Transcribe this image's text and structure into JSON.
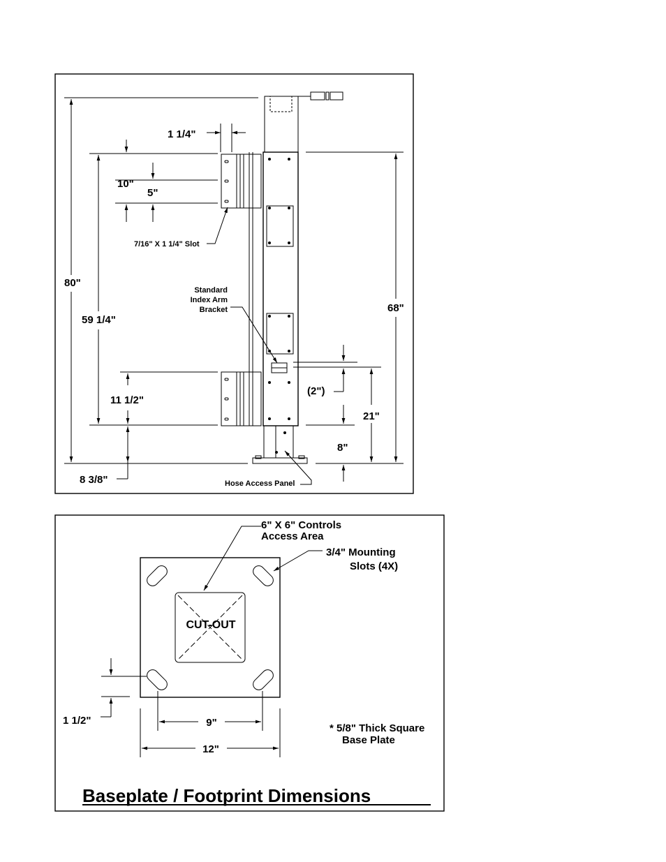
{
  "elevation": {
    "dimensions": {
      "overall_height": "80\"",
      "top_slot_width": "1 1/4\"",
      "bracket_height": "10\"",
      "slot_spacing": "5\"",
      "bracket_span": "59 1/4\"",
      "lower_bracket_height": "11 1/2\"",
      "base_to_bracket": "8 3/8\"",
      "column_height": "68\"",
      "index_offset": "(2\")",
      "index_height": "21\"",
      "base_section": "8\""
    },
    "callouts": {
      "slot": "7/16\" X 1 1/4\" Slot",
      "index_line1": "Standard",
      "index_line2": "Index Arm",
      "index_line3": "Bracket",
      "hose": "Hose Access Panel"
    }
  },
  "baseplate": {
    "callouts": {
      "controls_line1": "6\" X 6\" Controls",
      "controls_line2": "Access Area",
      "slots_line1": "3/4\" Mounting",
      "slots_line2": "Slots (4X)",
      "cutout": "CUT-OUT",
      "note_line1": "* 5/8\" Thick Square",
      "note_line2": "Base Plate"
    },
    "dimensions": {
      "slot_offset": "1 1/2\"",
      "slot_spacing": "9\"",
      "plate_width": "12\""
    },
    "title": "Baseplate / Footprint Dimensions"
  }
}
